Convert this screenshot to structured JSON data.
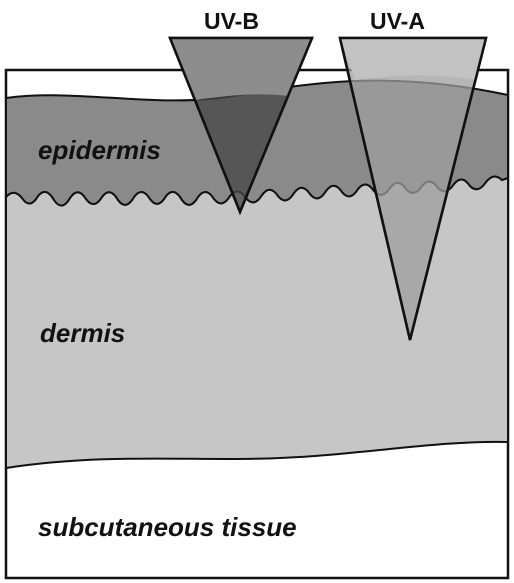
{
  "labels": {
    "uvb": "UV-B",
    "uva": "UV-A",
    "epidermis": "epidermis",
    "dermis": "dermis",
    "subcutaneous": "subcutaneous tissue"
  },
  "colors": {
    "epidermis": "#8a8a8a",
    "dermis": "#c6c6c6",
    "subcutaneous": "#ffffff",
    "uvb_beam": "#484848",
    "uva_beam": "#9e9e9e",
    "outline": "#111111"
  }
}
